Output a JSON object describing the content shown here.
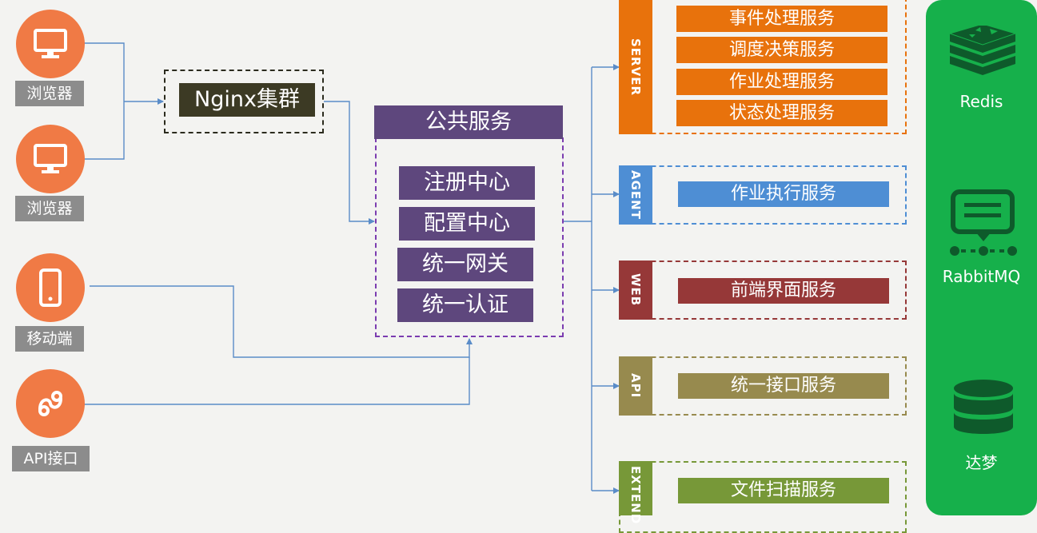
{
  "clients": [
    {
      "label": "浏览器",
      "icon": "monitor-icon"
    },
    {
      "label": "浏览器",
      "icon": "monitor-icon"
    },
    {
      "label": "移动端",
      "icon": "mobile-phone-icon"
    },
    {
      "label": "API接口",
      "icon": "mini-program-icon"
    }
  ],
  "nginx": {
    "label": "Nginx集群"
  },
  "public_service": {
    "title": "公共服务",
    "items": [
      "注册中心",
      "配置中心",
      "统一网关",
      "统一认证"
    ]
  },
  "groups": [
    {
      "tab": "SERVER",
      "color": "#e8720c",
      "services": [
        "事件处理服务",
        "调度决策服务",
        "作业处理服务",
        "状态处理服务"
      ]
    },
    {
      "tab": "AGENT",
      "color": "#4e8ed4",
      "services": [
        "作业执行服务"
      ]
    },
    {
      "tab": "WEB",
      "color": "#963838",
      "services": [
        "前端界面服务"
      ]
    },
    {
      "tab": "API",
      "color": "#978a4e",
      "services": [
        "统一接口服务"
      ]
    },
    {
      "tab": "EXTEND",
      "color": "#779838",
      "services": [
        "文件扫描服务"
      ]
    }
  ],
  "middleware": [
    {
      "label": "Redis",
      "icon": "redis-icon"
    },
    {
      "label": "RabbitMQ",
      "icon": "rabbitmq-icon"
    },
    {
      "label": "达梦",
      "icon": "database-icon"
    }
  ],
  "colors": {
    "client_orange": "#f07a45",
    "client_label_gray": "#8c8c8c",
    "nginx_dark": "#3c3a24",
    "public_purple": "#5e477d",
    "middleware_green": "#16b04b",
    "connector_blue": "#5a8cc8"
  }
}
